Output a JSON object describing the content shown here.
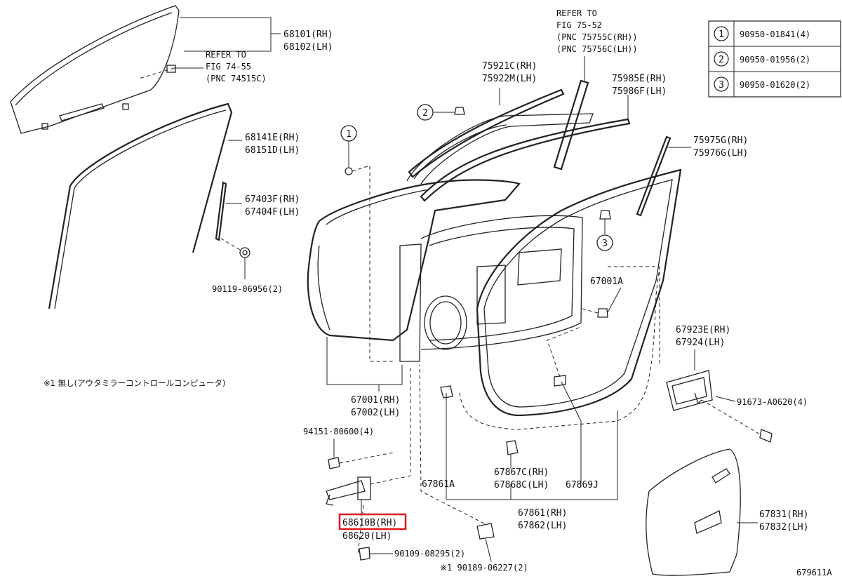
{
  "legend": [
    {
      "num": "1",
      "part": "90950-01841(4)"
    },
    {
      "num": "2",
      "part": "90950-01956(2)"
    },
    {
      "num": "3",
      "part": "90950-01620(2)"
    }
  ],
  "labels": {
    "p68101": "68101(RH)",
    "p68102": "68102(LH)",
    "refer74_1": "REFER TO",
    "refer74_2": "FIG 74-55",
    "refer74_3": "(PNC 74515C)",
    "refer75_1": "REFER TO",
    "refer75_2": "FIG 75-52",
    "refer75_3": "(PNC 75755C(RH))",
    "refer75_4": "(PNC 75756C(LH))",
    "p75921": "75921C(RH)",
    "p75922": "75922M(LH)",
    "p75985": "75985E(RH)",
    "p75986": "75986F(LH)",
    "p68141": "68141E(RH)",
    "p68151": "68151D(LH)",
    "p75975": "75975G(RH)",
    "p75976": "75976G(LH)",
    "p67403": "67403F(RH)",
    "p67404": "67404F(LH)",
    "p90119": "90119-06956(2)",
    "p67001A": "67001A",
    "p67923": "67923E(RH)",
    "p67924": "67924(LH)",
    "note1": "※1 無し(アウタミラーコントロールコンピュータ)",
    "p67001": "67001(RH)",
    "p67002": "67002(LH)",
    "p91673": "91673-A0620(4)",
    "p94151": "94151-80600(4)",
    "p67861A": "67861A",
    "p67867": "67867C(RH)",
    "p67868": "67868C(LH)",
    "p67869J": "67869J",
    "p67861": "67861(RH)",
    "p67862": "67862(LH)",
    "p68610": "68610B(RH)",
    "p68620": "68620(LH)",
    "p90109": "90109-08295(2)",
    "p90189": "※1 90189-06227(2)",
    "p67831": "67831(RH)",
    "p67832": "67832(LH)",
    "callout1": "1",
    "callout2": "2",
    "callout3": "3",
    "figno": "679611A"
  }
}
